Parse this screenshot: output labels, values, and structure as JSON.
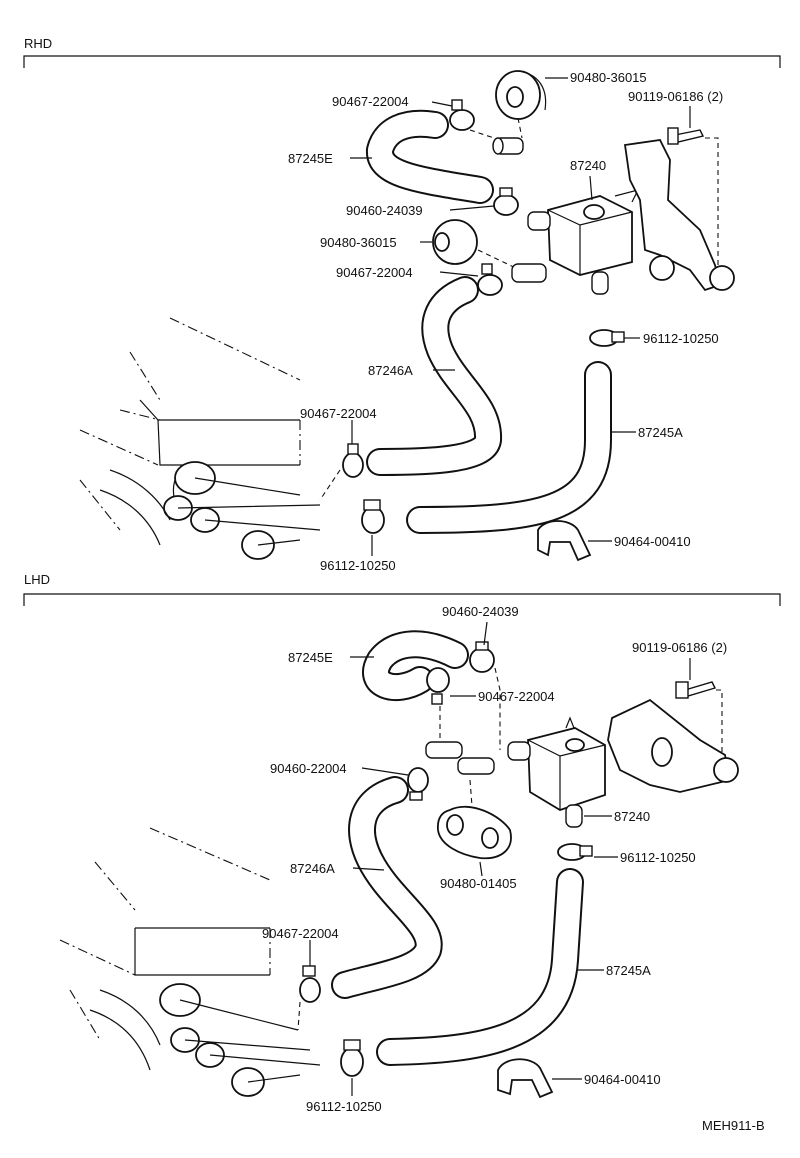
{
  "sections": {
    "rhd": "RHD",
    "lhd": "LHD"
  },
  "rhd_labels": {
    "grommet_top": "90480-36015",
    "bolt": "90119-06186 (2)",
    "clip_top": "90467-22004",
    "hose_e": "87245E",
    "valve": "87240",
    "clamp_39": "90460-24039",
    "grommet_mid": "90480-36015",
    "clip_mid": "90467-22004",
    "clamp_right": "96112-10250",
    "hose_246a": "87246A",
    "clip_left": "90467-22004",
    "hose_245a": "87245A",
    "holder": "90464-00410",
    "clamp_bottom": "96112-10250"
  },
  "lhd_labels": {
    "clamp_39": "90460-24039",
    "bolt": "90119-06186 (2)",
    "hose_e": "87245E",
    "clip_top": "90467-22004",
    "clamp_22": "90460-22004",
    "valve": "87240",
    "clamp_right": "96112-10250",
    "hose_246a": "87246A",
    "grommet": "90480-01405",
    "clip_left": "90467-22004",
    "hose_245a": "87245A",
    "holder": "90464-00410",
    "clamp_bottom": "96112-10250"
  },
  "footer": {
    "code": "MEH911-B"
  }
}
